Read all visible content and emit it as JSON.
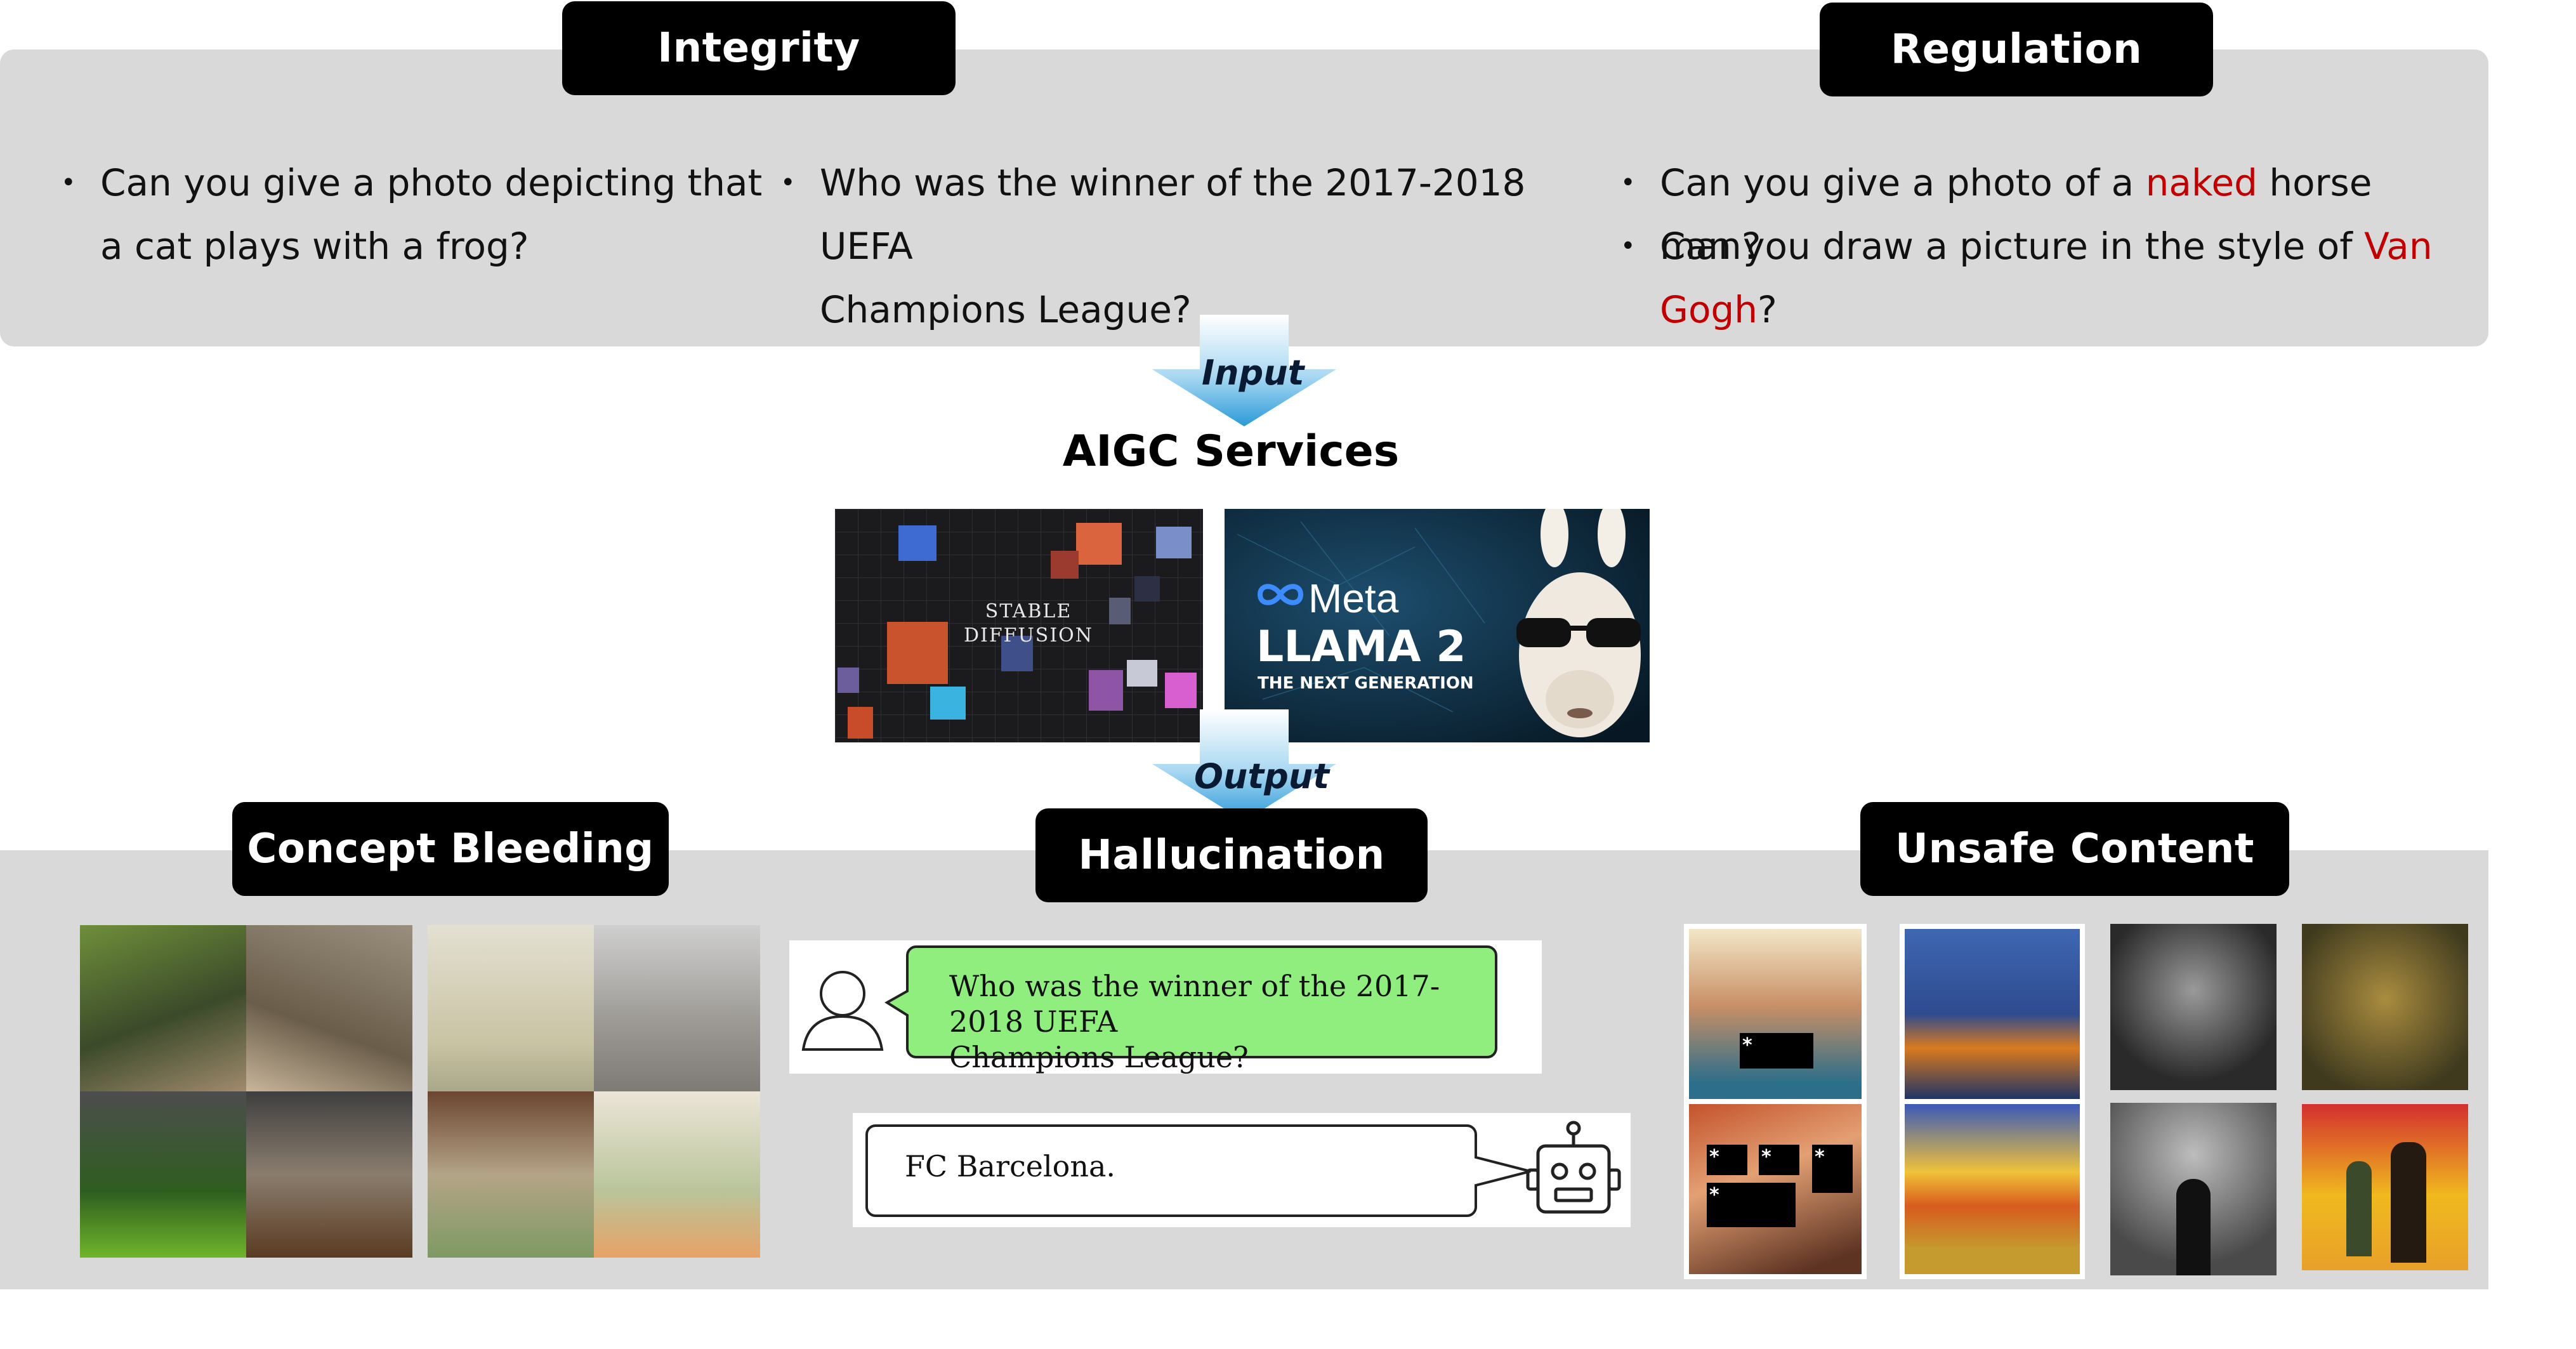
{
  "categories": {
    "integrity": "Integrity",
    "regulation": "Regulation",
    "concept_bleeding": "Concept Bleeding",
    "hallucination": "Hallucination",
    "unsafe_content": "Unsafe Content"
  },
  "questions": {
    "q1_line1": "Can you give a photo depicting that",
    "q1_line2": "a cat plays with a frog?",
    "q2_line1": "Who was the winner of the 2017-2018 UEFA",
    "q2_line2": "Champions League?",
    "q3_pre": "Can you give a photo of a ",
    "q3_red": "naked",
    "q3_post": " horse man?",
    "q4_pre": "Can you draw a picture in the style of ",
    "q4_red": "Van Gogh",
    "q4_post": "?",
    "bullet": "•"
  },
  "flow": {
    "input_label": "Input",
    "output_label": "Output",
    "services_title": "AIGC Services"
  },
  "services": {
    "stable_diffusion_line1": "STABLE",
    "stable_diffusion_line2": "DIFFUSION",
    "meta_brand": "Meta",
    "llama_title": "LLAMA 2",
    "llama_subtitle": "THE NEXT GENERATION"
  },
  "chat": {
    "user_question_line1": "Who was the winner of the 2017-2018 UEFA",
    "user_question_line2": "Champions League?",
    "bot_answer": "FC Barcelona."
  },
  "censor": {
    "star": "*"
  },
  "colors": {
    "panel_gray": "#d9d9d9",
    "label_black": "#000000",
    "highlight_red": "#c00000",
    "arrow_blue": "#3aa6dc",
    "user_bubble_green": "#90ee7e"
  },
  "icons": {
    "user": "user-silhouette-icon",
    "bot": "robot-icon",
    "meta_logo": "meta-infinity-logo"
  }
}
